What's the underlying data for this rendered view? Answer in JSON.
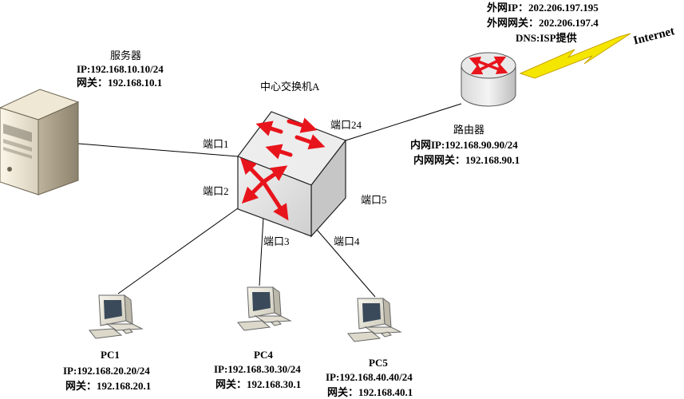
{
  "server": {
    "name": "服务器",
    "ip": "IP:192.168.10.10/24",
    "gateway": "网关：192.168.10.1"
  },
  "switch": {
    "name": "中心交换机A",
    "ports": {
      "p1": "端口1",
      "p2": "端口2",
      "p3": "端口3",
      "p4": "端口4",
      "p5": "端口5",
      "p24": "端口24"
    }
  },
  "router": {
    "name": "路由器",
    "lan_ip": "内网IP:192.168.90.90/24",
    "lan_gateway": "内网网关：192.168.90.1",
    "wan_ip": "外网IP：202.206.197.195",
    "wan_gateway": "外网网关：202.206.197.4",
    "dns": "DNS:ISP提供"
  },
  "internet": {
    "label": "Internet"
  },
  "pcs": [
    {
      "name": "PC1",
      "ip": "IP:192.168.20.20/24",
      "gateway": "网关：192.168.20.1"
    },
    {
      "name": "PC4",
      "ip": "IP:192.168.30.30/24",
      "gateway": "网关：192.168.30.1"
    },
    {
      "name": "PC5",
      "ip": "IP:192.168.40.40/24",
      "gateway": "网关：192.168.40.1"
    }
  ],
  "colors": {
    "switch_face": "#e2e2e2",
    "arrow_red": "#e8141c",
    "lightning": "#f5e600",
    "link_line": "#000000"
  },
  "icons": [
    "server-icon",
    "switch-icon",
    "router-icon",
    "pc-icon",
    "lightning-icon"
  ]
}
